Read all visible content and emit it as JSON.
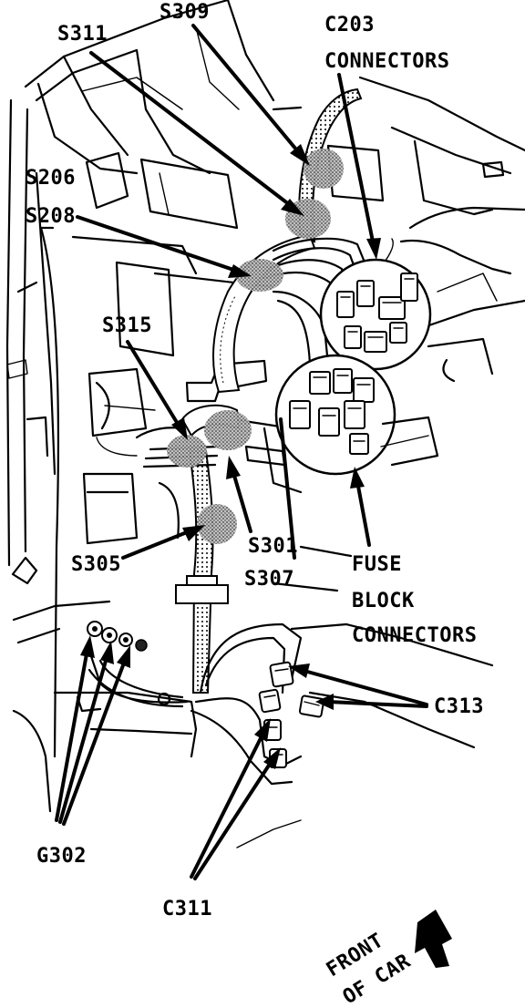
{
  "labels": {
    "s309": "S309",
    "s311": "S311",
    "c203": "C203",
    "c203_connectors": "CONNECTORS",
    "s206": "S206",
    "s208": "S208",
    "s315": "S315",
    "s301": "S301",
    "s307": "S307",
    "s305": "S305",
    "fuse": "FUSE",
    "block": "BLOCK",
    "fuse_connectors": "CONNECTORS",
    "c313": "C313",
    "g302": "G302",
    "c311": "C311",
    "front_of": "FRONT",
    "of_car": "OF CAR"
  },
  "colors": {
    "ink": "#000000",
    "paper": "#ffffff",
    "splice_shade": "#777777"
  }
}
